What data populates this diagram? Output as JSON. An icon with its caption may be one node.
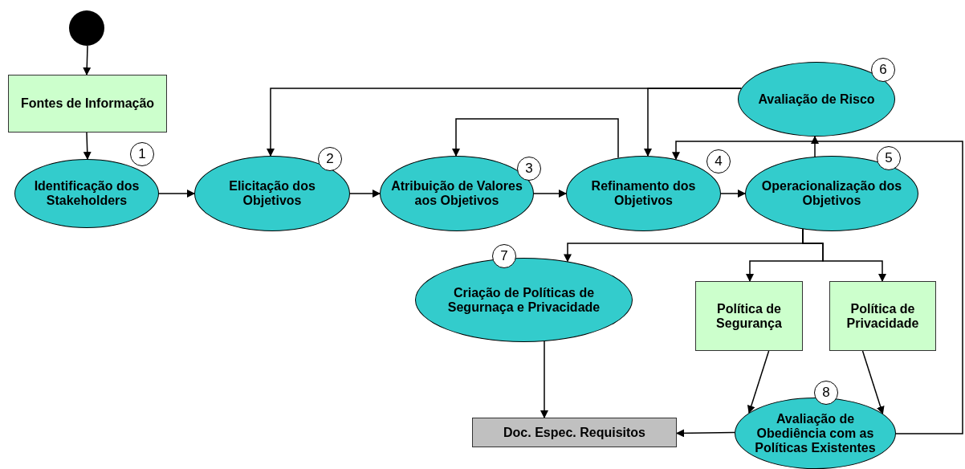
{
  "diagram": {
    "nodes": [
      {
        "text": [],
        "shape": "circle"
      },
      {
        "text": [
          "Fontes de Informação"
        ]
      },
      {
        "text": [
          "1",
          "Identificação dos Stakeholders"
        ]
      },
      {
        "text": [
          "2",
          "Elicitação dos Objetivos"
        ]
      },
      {
        "text": [
          "3",
          "Atribuição de Valores aos Objetivos"
        ]
      },
      {
        "text": [
          "4",
          "Refinamento dos Objetivos"
        ]
      },
      {
        "text": [
          "5",
          "Operacionalização dos Objetivos"
        ]
      },
      {
        "text": [
          "6",
          "Avaliação de Risco"
        ]
      },
      {
        "text": [
          "7",
          "Criação de Políticas de Segurnaça e Privacidade"
        ]
      },
      {
        "text": [
          "Política de Segurança"
        ]
      },
      {
        "text": [
          "Política de Privacidade"
        ]
      },
      {
        "text": [
          "8",
          "Avaliação de Obediência com as Políticas Existentes"
        ]
      },
      {
        "text": [
          "Doc. Espec. Requisitos"
        ]
      }
    ],
    "edges": [
      {
        "from": 0,
        "to": 1,
        "arrow": "to"
      },
      {
        "from": 1,
        "to": 2,
        "arrow": "to"
      },
      {
        "from": 2,
        "to": 3,
        "arrow": "to"
      },
      {
        "from": 3,
        "to": 4,
        "arrow": "to"
      },
      {
        "from": 4,
        "to": 5,
        "arrow": "to"
      },
      {
        "from": 5,
        "to": 6,
        "arrow": "to"
      },
      {
        "from": 6,
        "to": 7,
        "arrow": "to"
      },
      {
        "from": 7,
        "to": 3,
        "arrow": "to"
      },
      {
        "from": 7,
        "to": 5,
        "arrow": "to"
      },
      {
        "from": 5,
        "to": 4,
        "arrow": "to"
      },
      {
        "from": 11,
        "to": 5,
        "arrow": "to"
      },
      {
        "from": 6,
        "to": 8,
        "arrow": "to"
      },
      {
        "from": 6,
        "to": 9,
        "arrow": "to"
      },
      {
        "from": 6,
        "to": 10,
        "arrow": "to"
      },
      {
        "from": 8,
        "to": 12,
        "arrow": "to"
      },
      {
        "from": 9,
        "to": 11,
        "arrow": "to"
      },
      {
        "from": 10,
        "to": 11,
        "arrow": "to"
      },
      {
        "from": 11,
        "to": 12,
        "arrow": "to"
      }
    ]
  }
}
